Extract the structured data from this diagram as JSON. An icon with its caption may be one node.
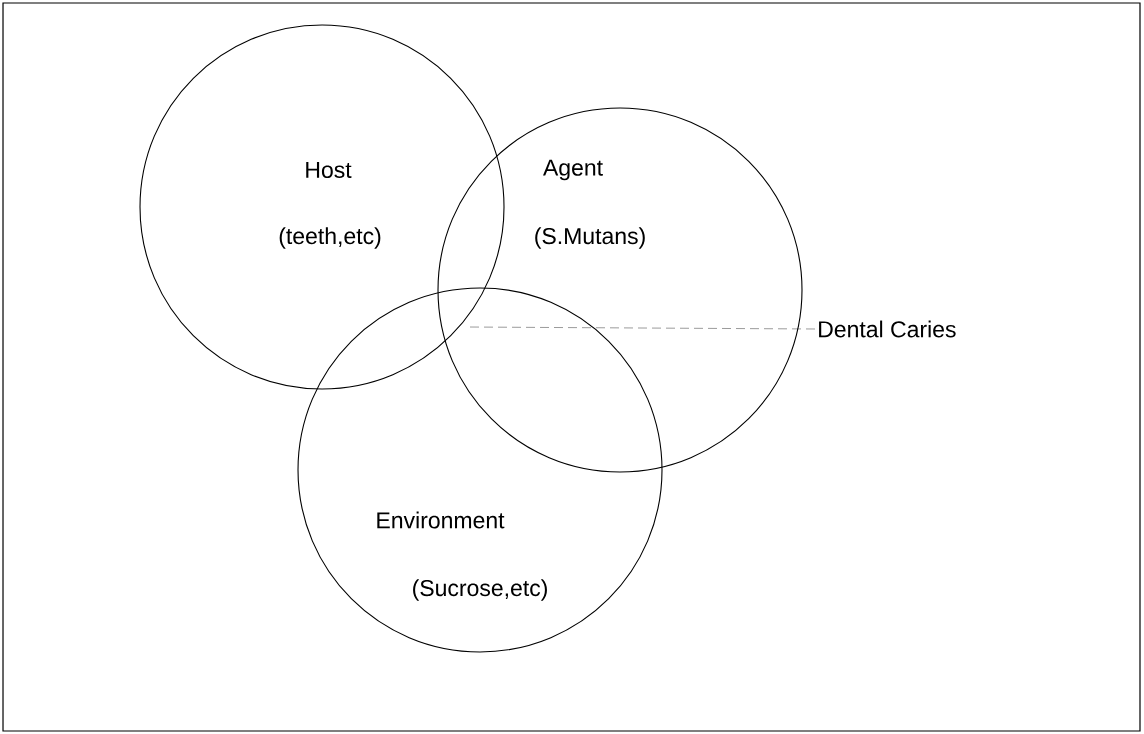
{
  "diagram": {
    "nodes": [
      {
        "text": [
          "Host",
          "(teeth,etc)"
        ]
      },
      {
        "text": [
          "Agent",
          "(S.Mutans)"
        ]
      },
      {
        "text": [
          "Environment",
          "(Sucrose,etc)"
        ]
      },
      {
        "text": [
          "Dental Caries"
        ]
      }
    ],
    "edges": [
      {
        "from": 3,
        "to": 2,
        "arrow": "none",
        "style": "dashed"
      }
    ]
  }
}
